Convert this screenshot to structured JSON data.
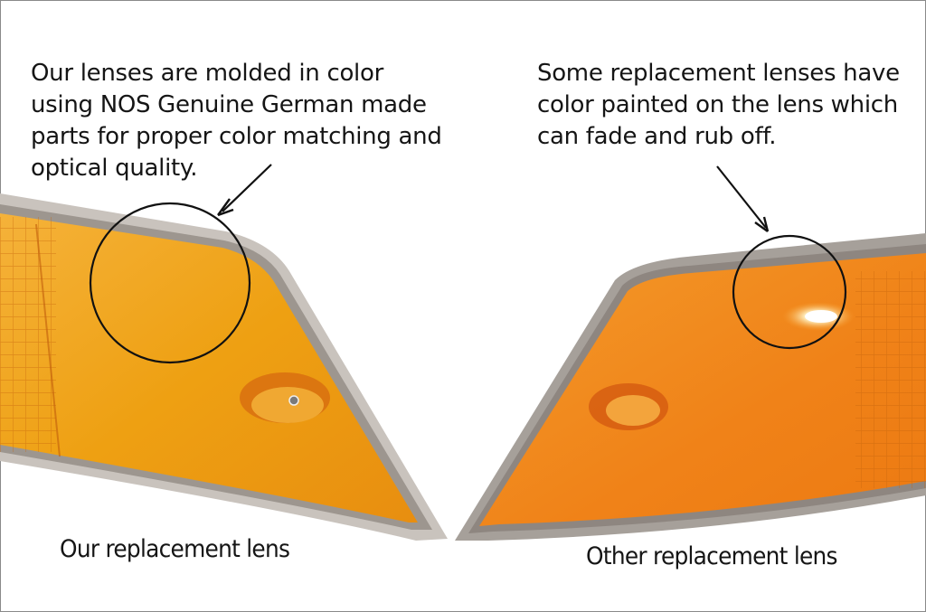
{
  "left_panel": {
    "note_lines": [
      "Our lenses are molded in color",
      "using NOS Genuine German made",
      "parts for proper color matching and",
      "optical quality."
    ],
    "label": "Our replacement lens"
  },
  "right_panel": {
    "note_lines": [
      "Some replacement lenses have",
      "color painted on the lens which",
      "can fade and rub off."
    ],
    "label": "Other replacement lens"
  },
  "colors": {
    "left_lens_amber": "#f0a21a",
    "right_lens_amber": "#f28a1c",
    "chrome_trim": "#b9b3ad",
    "annotation_black": "#111111",
    "background": "#ffffff"
  }
}
